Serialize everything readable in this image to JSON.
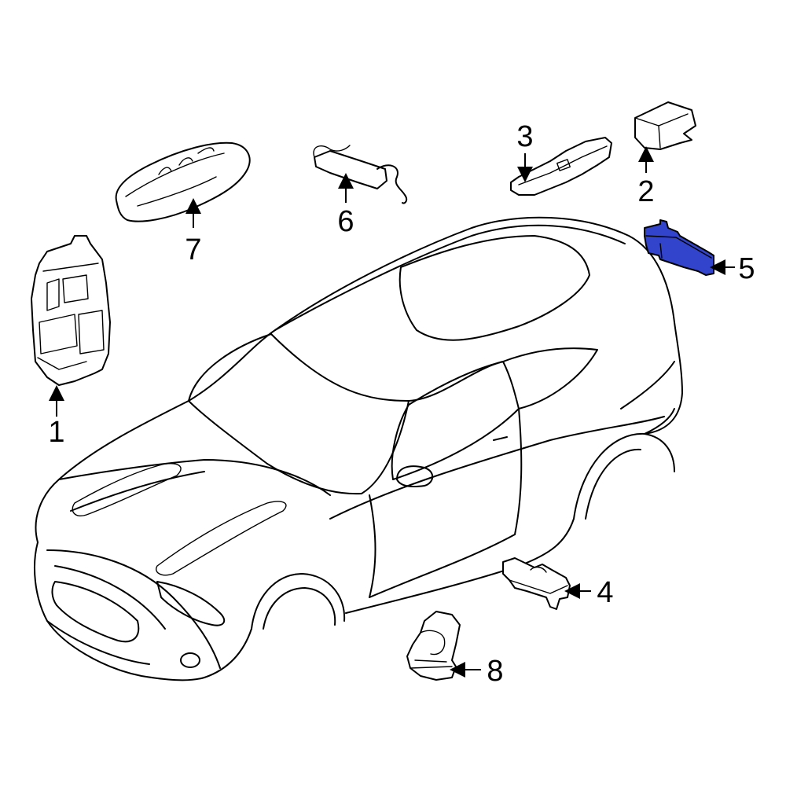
{
  "highlight_color": "#3344cc",
  "highlighted_part": "5",
  "callouts": [
    {
      "label": "1"
    },
    {
      "label": "2"
    },
    {
      "label": "3"
    },
    {
      "label": "4"
    },
    {
      "label": "5"
    },
    {
      "label": "6"
    },
    {
      "label": "7"
    },
    {
      "label": "8"
    }
  ]
}
